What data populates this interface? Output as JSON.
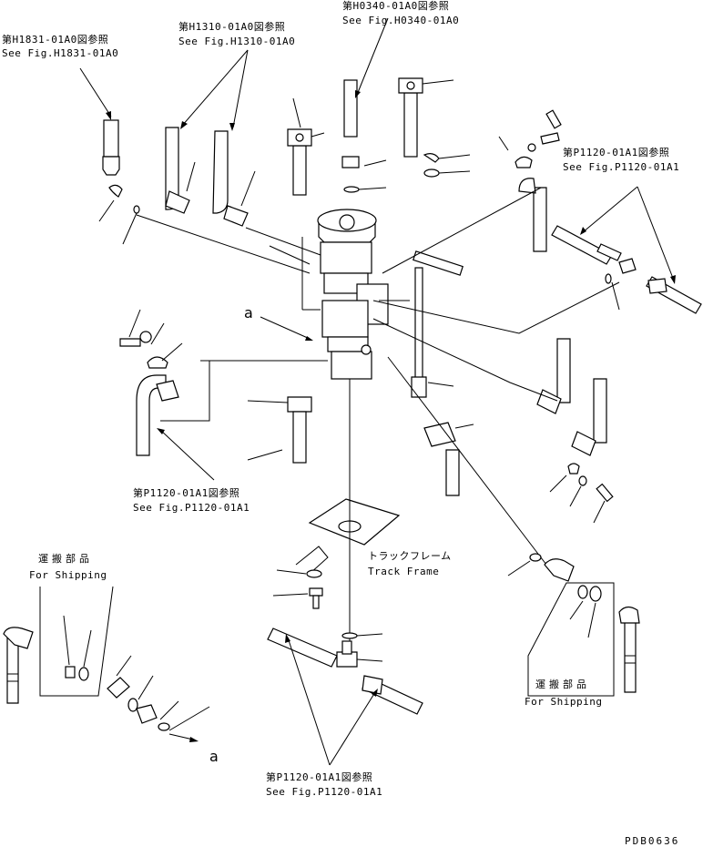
{
  "refs": {
    "h1831": {
      "jp": "第H1831-01A0図参照",
      "en": "See Fig.H1831-01A0"
    },
    "h1310": {
      "jp": "第H1310-01A0図参照",
      "en": "See Fig.H1310-01A0"
    },
    "h0340": {
      "jp": "第H0340-01A0図参照",
      "en": "See Fig.H0340-01A0"
    },
    "p1120_right": {
      "jp": "第P1120-01A1図参照",
      "en": "See Fig.P1120-01A1"
    },
    "p1120_mid": {
      "jp": "第P1120-01A1図参照",
      "en": "See Fig.P1120-01A1"
    },
    "p1120_bottom": {
      "jp": "第P1120-01A1図参照",
      "en": "See Fig.P1120-01A1"
    }
  },
  "track_frame": {
    "jp": "トラックフレーム",
    "en": "Track Frame"
  },
  "shipping_left": {
    "jp": "運搬部品",
    "en": "For Shipping"
  },
  "shipping_right": {
    "jp": "運搬部品",
    "en": "For Shipping"
  },
  "marker_a_top": "a",
  "marker_a_bottom": "a",
  "drawing_number": "PDB0636"
}
